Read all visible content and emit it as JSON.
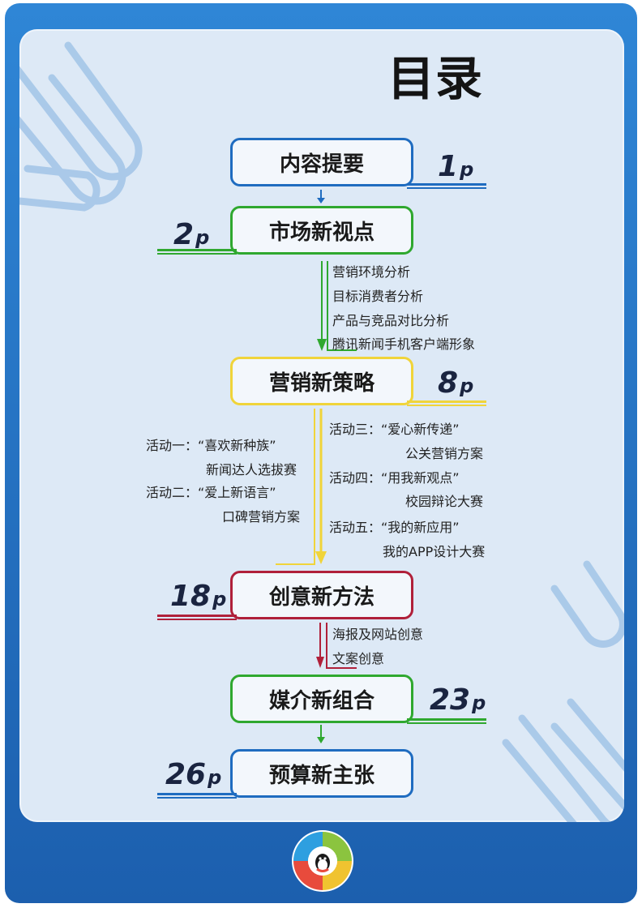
{
  "title": "目录",
  "sections": [
    {
      "label": "内容提要",
      "page_num": "1",
      "page_unit": "p",
      "color": "#1f6cc0"
    },
    {
      "label": "市场新视点",
      "page_num": "2",
      "page_unit": "p",
      "color": "#2fa82f",
      "topics": [
        "营销环境分析",
        "目标消费者分析",
        "产品与竞品对比分析",
        "腾讯新闻手机客户端形象"
      ]
    },
    {
      "label": "营销新策略",
      "page_num": "8",
      "page_unit": "p",
      "color": "#f0d43a",
      "activities_left": [
        {
          "title": "活动一：“喜欢新种族”",
          "sub": "新闻达人选拔赛"
        },
        {
          "title": "活动二：“爱上新语言”",
          "sub": "口碑营销方案"
        }
      ],
      "activities_right": [
        {
          "title": "活动三：“爱心新传递”",
          "sub": "公关营销方案"
        },
        {
          "title": "活动四：“用我新观点”",
          "sub": "校园辩论大赛"
        },
        {
          "title": "活动五：“我的新应用”",
          "sub": "我的APP设计大赛"
        }
      ]
    },
    {
      "label": "创意新方法",
      "page_num": "18",
      "page_unit": "p",
      "color": "#b0203a",
      "topics": [
        "海报及网站创意",
        "文案创意"
      ]
    },
    {
      "label": "媒介新组合",
      "page_num": "23",
      "page_unit": "p",
      "color": "#2fa82f"
    },
    {
      "label": "预算新主张",
      "page_num": "26",
      "page_unit": "p",
      "color": "#1f6cc0"
    }
  ],
  "colors": {
    "frame": "#2a7bd0",
    "panel": "#dde9f6",
    "title": "#141414"
  },
  "icons": [
    "paperclip-icon",
    "qq-news-logo-icon"
  ]
}
